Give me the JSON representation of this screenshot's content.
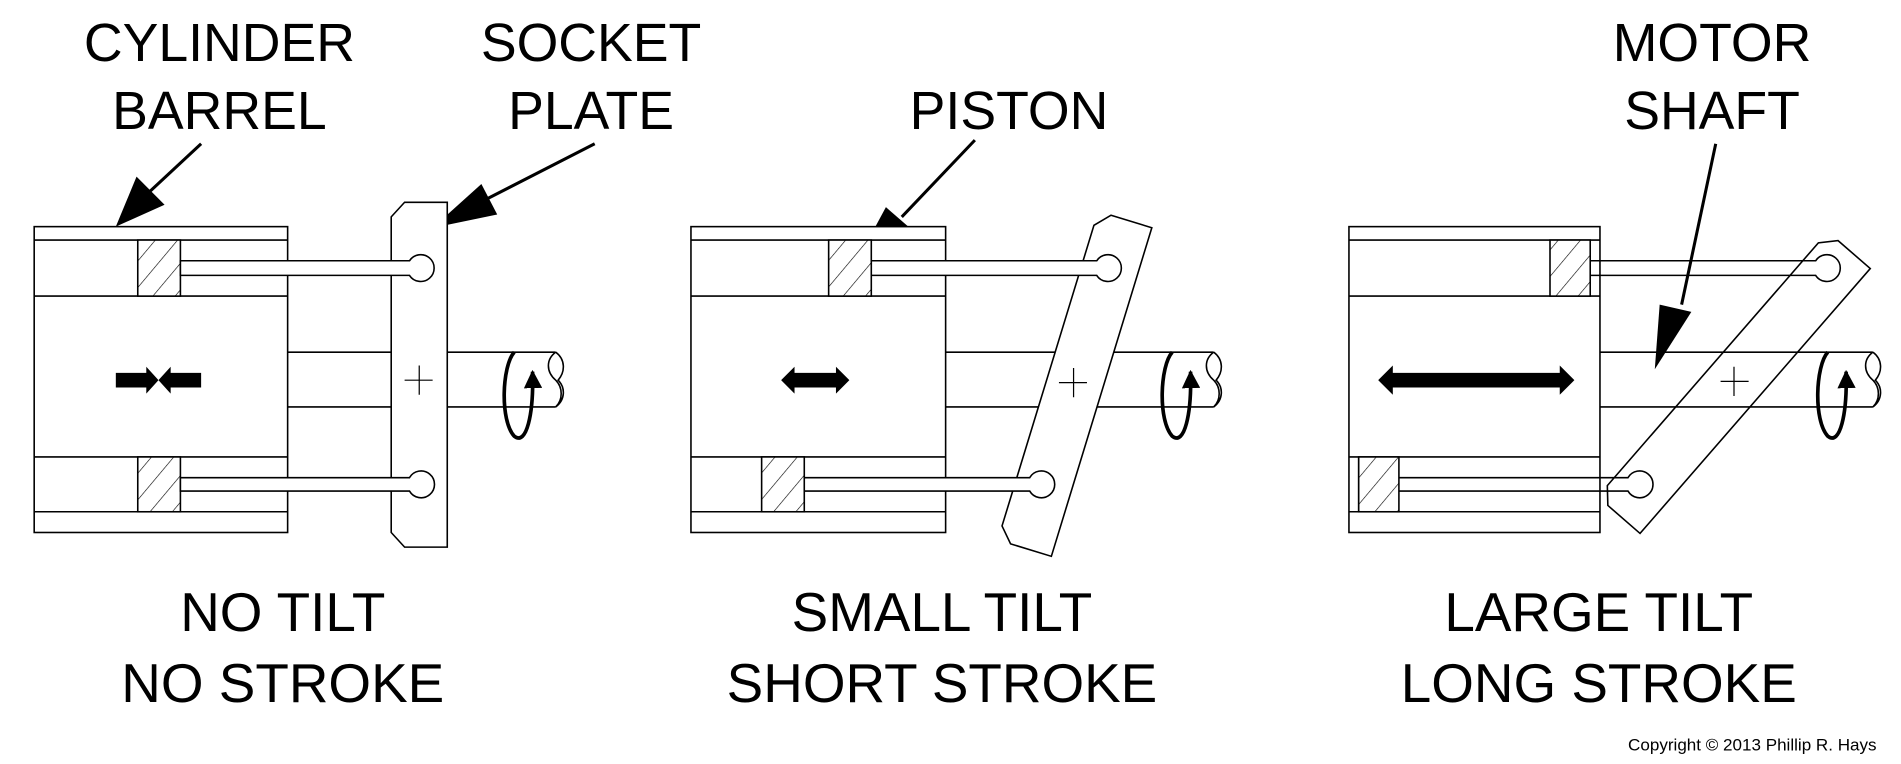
{
  "labels": {
    "cylinder_barrel": [
      "CYLINDER",
      "BARREL"
    ],
    "socket_plate": [
      "SOCKET",
      "PLATE"
    ],
    "piston": [
      "PISTON"
    ],
    "motor_shaft": [
      "MOTOR",
      "SHAFT"
    ]
  },
  "panels": [
    {
      "caption": [
        "NO TILT",
        "NO STROKE"
      ],
      "tilt_degrees": 0,
      "stroke": "none"
    },
    {
      "caption": [
        "SMALL TILT",
        "SHORT STROKE"
      ],
      "tilt_degrees": 17,
      "stroke": "short"
    },
    {
      "caption": [
        "LARGE TILT",
        "LONG STROKE"
      ],
      "tilt_degrees": 41,
      "stroke": "long"
    }
  ],
  "copyright": "Copyright © 2013 Phillip R. Hays"
}
